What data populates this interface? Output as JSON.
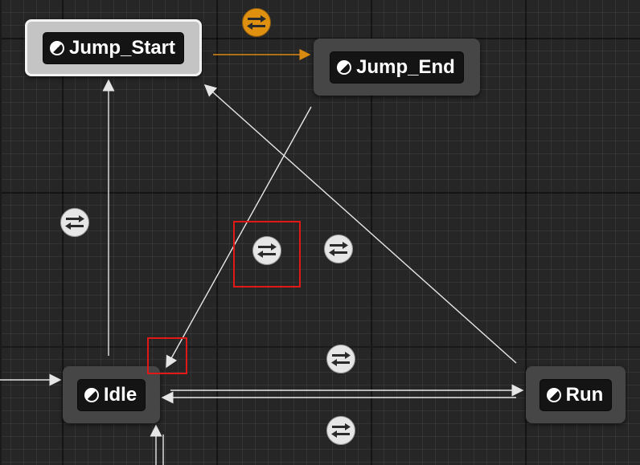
{
  "colors": {
    "background": "#262626",
    "transition_line": "#e6e6e6",
    "active_transition": "#d98a10",
    "rule_icon": "#e6e6e6",
    "rule_icon_active": "#e0900f",
    "node": "#464646",
    "node_selected": "#c4c4c4",
    "highlight": "#e01818"
  },
  "states": [
    {
      "id": "jump_start",
      "label": "Jump_Start",
      "selected": true,
      "icon": "state-icon"
    },
    {
      "id": "jump_end",
      "label": "Jump_End",
      "selected": false,
      "icon": "state-icon"
    },
    {
      "id": "idle",
      "label": "Idle",
      "selected": false,
      "icon": "state-icon"
    },
    {
      "id": "run",
      "label": "Run",
      "selected": false,
      "icon": "state-icon"
    }
  ],
  "transitions": [
    {
      "from": "jump_start",
      "to": "jump_end",
      "active": true,
      "icon": "transition-rule-icon"
    },
    {
      "from": "idle",
      "to": "jump_start",
      "active": false,
      "icon": "transition-rule-icon"
    },
    {
      "from": "jump_end",
      "to": "idle",
      "active": false,
      "icon": "transition-rule-icon",
      "highlighted": true
    },
    {
      "from": "run",
      "to": "jump_start",
      "active": false,
      "icon": "transition-rule-icon"
    },
    {
      "from": "idle",
      "to": "run",
      "active": false,
      "icon": "transition-rule-icon"
    },
    {
      "from": "run",
      "to": "idle",
      "active": false,
      "icon": "transition-rule-icon"
    },
    {
      "from": "entry",
      "to": "idle",
      "active": false
    },
    {
      "from": "offscreen",
      "to": "idle",
      "active": false
    }
  ]
}
